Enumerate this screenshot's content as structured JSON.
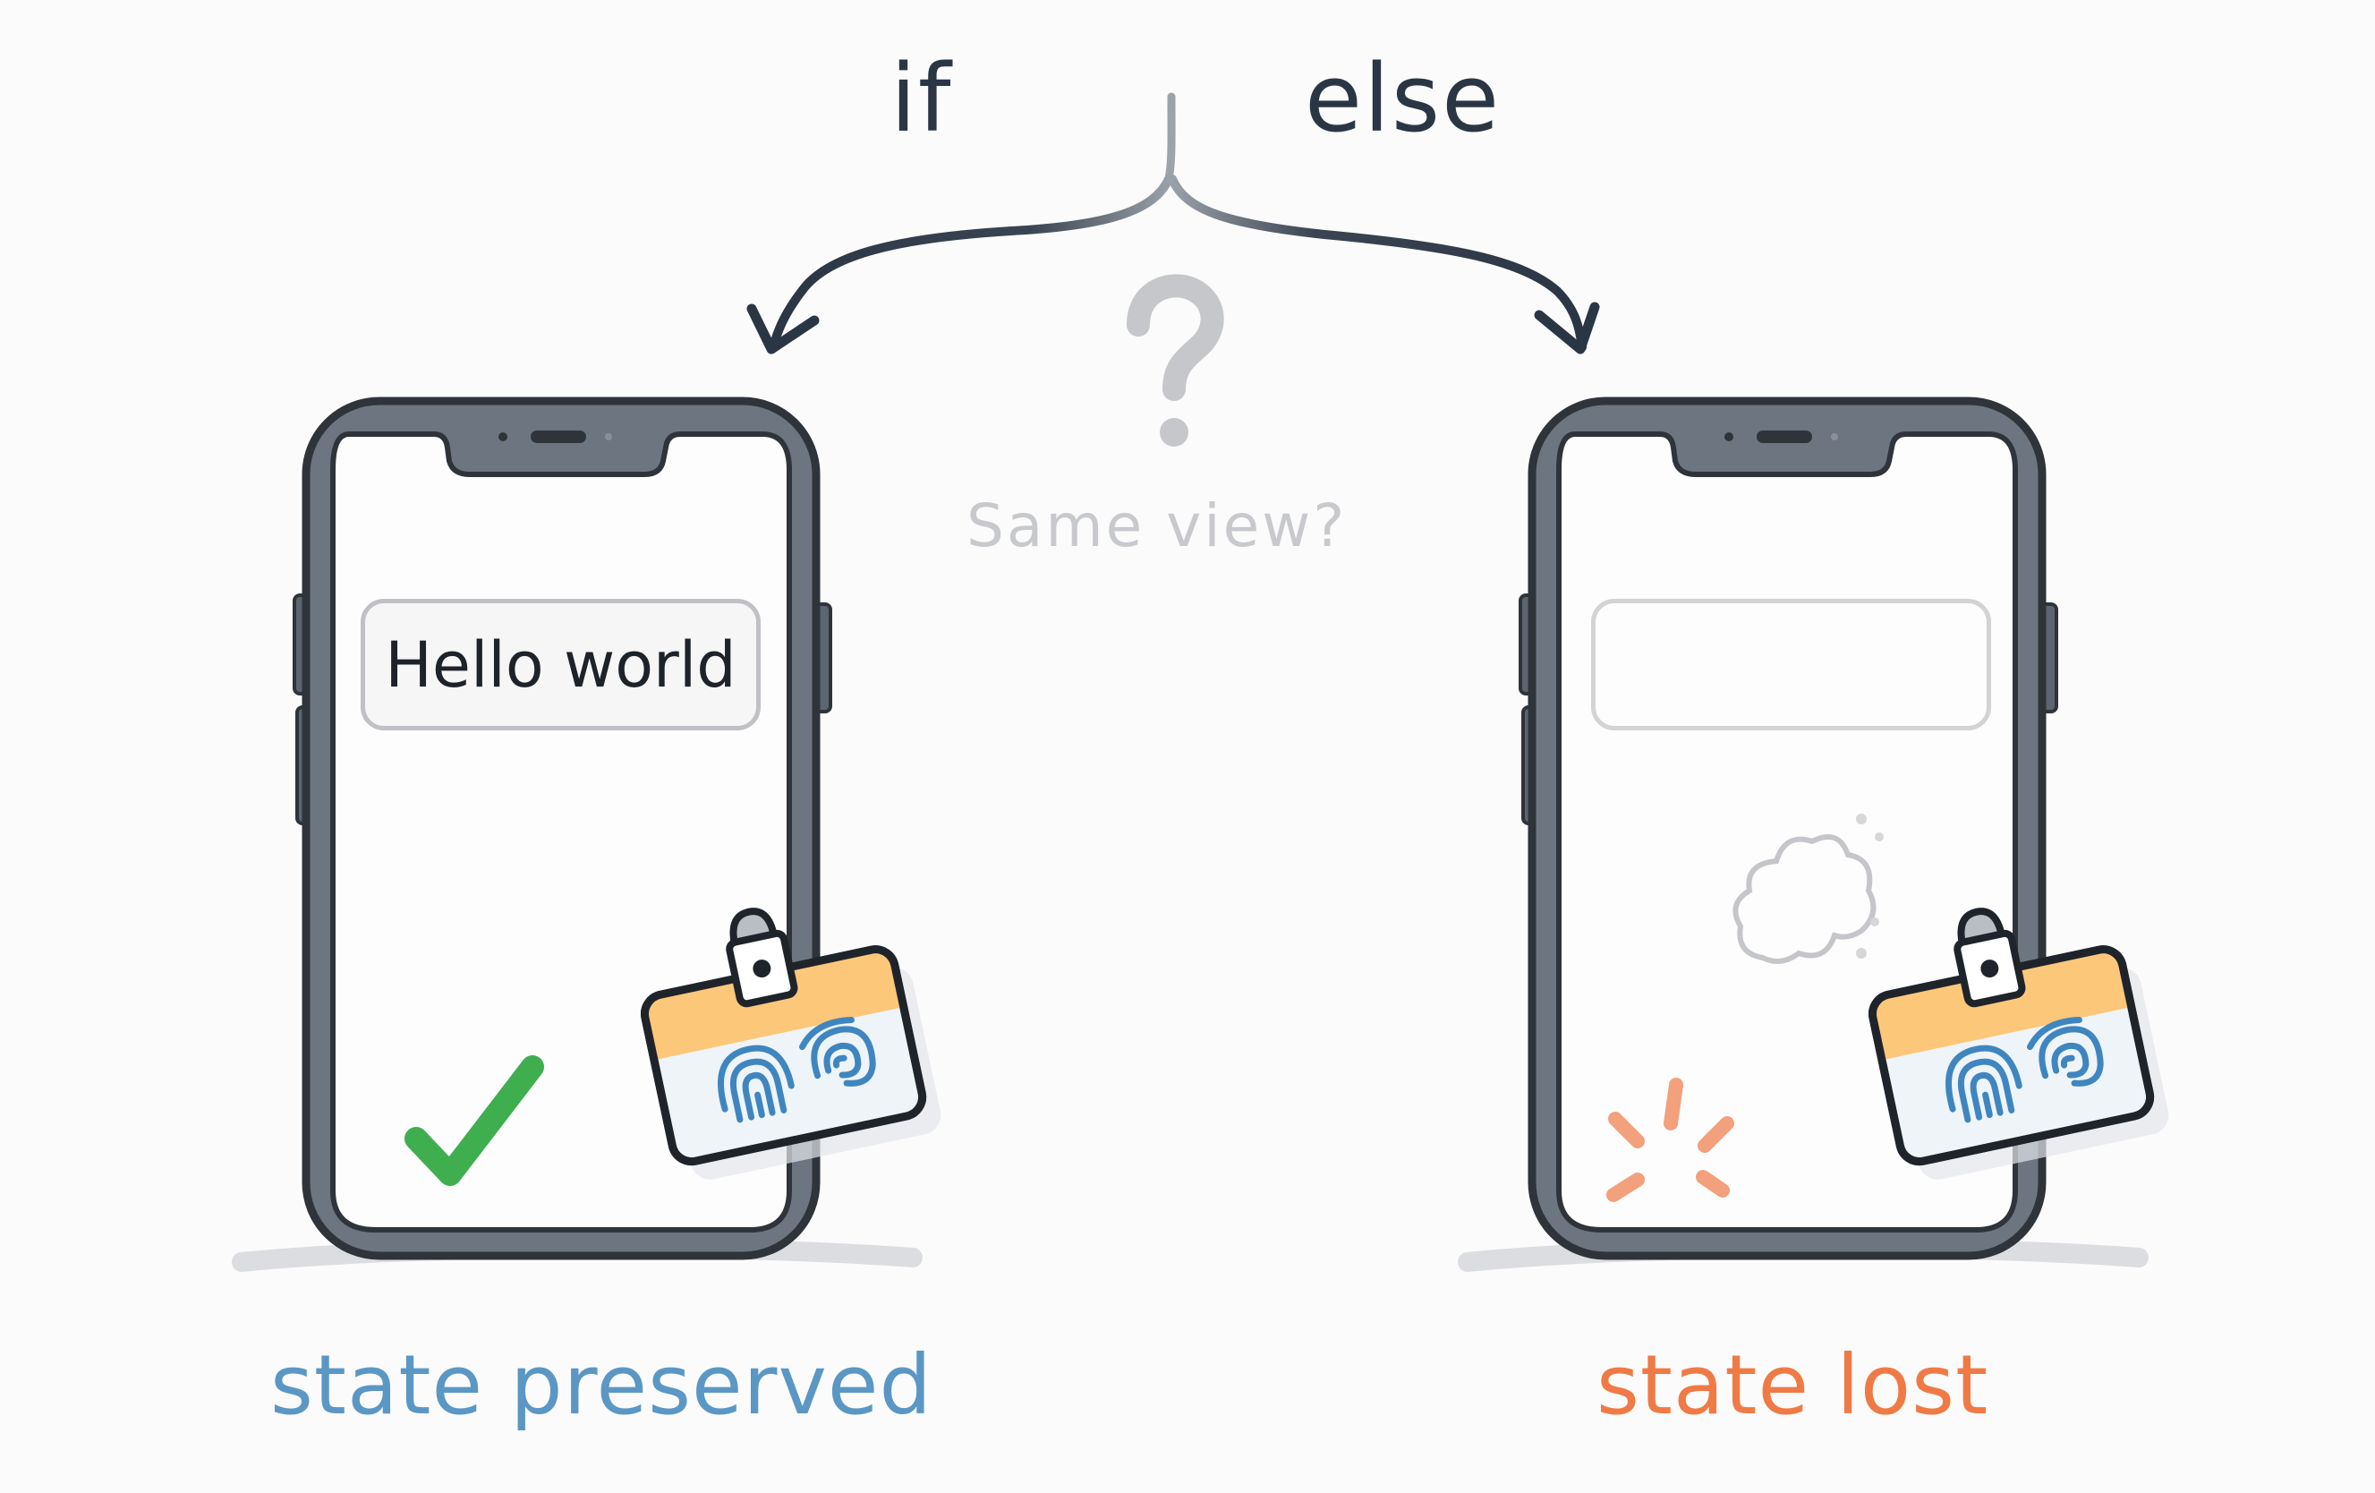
{
  "header": {
    "branch_left": "if",
    "branch_right": "else"
  },
  "decision": {
    "icon": "question-mark-icon",
    "caption": "Same view?"
  },
  "left_phone": {
    "input_value": "Hello world",
    "status_icon": "checkmark-icon",
    "badge_icon": "id-badge-fingerprint-icon",
    "label": "state preserved"
  },
  "right_phone": {
    "input_value": "",
    "status_icon": "spark-burst-icon",
    "vanish_icon": "smoke-cloud-icon",
    "badge_icon": "id-badge-fingerprint-icon",
    "label": "state lost"
  },
  "colors": {
    "ink": "#2b3645",
    "phone_frame": "#3a3f47",
    "phone_frame_fill": "#6d7580",
    "preserved": "#5b97c4",
    "lost": "#f07a45",
    "check": "#3fae4f",
    "spark": "#f3a07d",
    "badge_top": "#fdc77a",
    "badge_bottom": "#eef4f8",
    "fingerprint": "#3f86c0",
    "question": "#c5c7ca"
  }
}
